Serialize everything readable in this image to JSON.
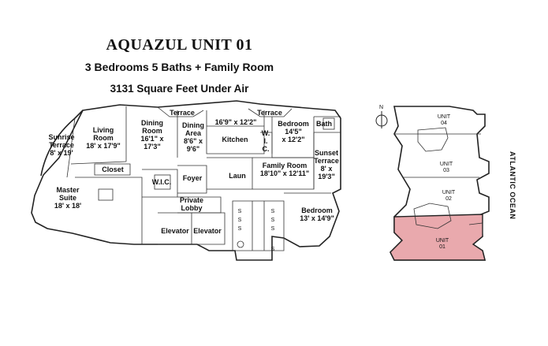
{
  "header": {
    "title": "AQUAZUL UNIT 01",
    "subtitle": "3 Bedrooms 5 Baths + Family Room",
    "area": "3131  Square Feet Under Air"
  },
  "rooms": {
    "sunrise_terrace": [
      "Sunrise",
      "Terrace",
      "8' x 19'"
    ],
    "living_room": [
      "Living",
      "Room",
      "18' x 17'9\""
    ],
    "dining_room": [
      "Dining",
      "Room",
      "16'1\" x",
      "17'3\""
    ],
    "dining_area": [
      "Dining",
      "Area",
      "8'6\" x",
      "9'6\""
    ],
    "terrace_left": "Terrace",
    "terrace_mid": "16'9\" x 12'2\"",
    "terrace_right": "Terrace",
    "kitchen": "Kitchen",
    "wic_small": [
      "W.",
      "I.",
      "C."
    ],
    "bedroom_top": [
      "Bedroom",
      "14'5\"",
      "x 12'2\""
    ],
    "bath": "Bath",
    "sunset_terrace": [
      "Sunset",
      "Terrace",
      "8' x",
      "19'3\""
    ],
    "closet": "Closet",
    "wic": "W.I.C.",
    "foyer": "Foyer",
    "laun": "Laun",
    "family_room": [
      "Family Room",
      "18'10\" x 12'11\""
    ],
    "master_suite": [
      "Master",
      "Suite",
      "18' x 18'"
    ],
    "private_lobby": [
      "Private",
      "Lobby"
    ],
    "stairs_s": "S",
    "bedroom_bottom": [
      "Bedroom",
      "13' x 14'9\""
    ],
    "elevator_1": "Elevator",
    "elevator_2": "Elevator"
  },
  "keyplan": {
    "north": "N",
    "units": [
      {
        "label": "UNIT",
        "num": "04"
      },
      {
        "label": "UNIT",
        "num": "03"
      },
      {
        "label": "UNIT",
        "num": "02"
      },
      {
        "label": "UNIT",
        "num": "01"
      }
    ],
    "ocean": "ATLANTIC OCEAN",
    "highlight_color": "#e9a9ad"
  }
}
